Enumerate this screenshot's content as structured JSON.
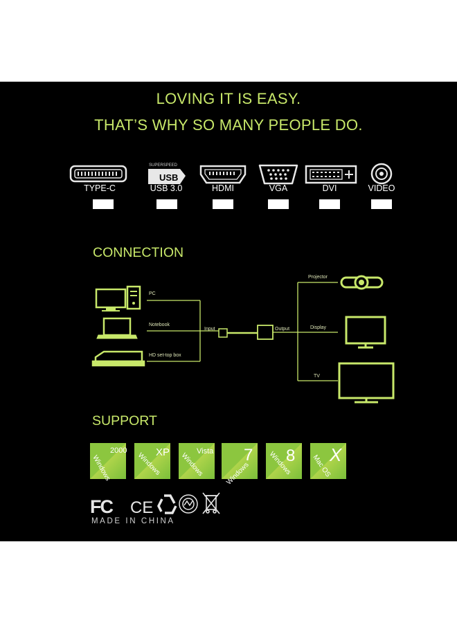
{
  "headline": {
    "line1": "LOVING IT IS EASY.",
    "line2": "THAT’S WHY SO MANY PEOPLE DO."
  },
  "ports": [
    {
      "label": "TYPE-C",
      "icon": "type-c-port-icon"
    },
    {
      "label": "USB 3.0",
      "icon": "usb-logo-icon",
      "badge": "USB",
      "badge_top": "SUPERSPEED"
    },
    {
      "label": "HDMI",
      "icon": "hdmi-port-icon"
    },
    {
      "label": "VGA",
      "icon": "vga-port-icon"
    },
    {
      "label": "DVI",
      "icon": "dvi-port-icon"
    },
    {
      "label": "VIDEO",
      "icon": "rca-video-port-icon"
    }
  ],
  "connection": {
    "title": "CONNECTION",
    "sources": [
      "PC",
      "Notebook",
      "HD set-top box"
    ],
    "input_label": "Input",
    "output_label": "Output",
    "targets": [
      "Projector",
      "Display",
      "TV"
    ]
  },
  "support": {
    "title": "SUPPORT",
    "systems": [
      {
        "brand": "Windows",
        "version": "2000"
      },
      {
        "brand": "Windows",
        "version": "XP"
      },
      {
        "brand": "Windows",
        "version": "Vista"
      },
      {
        "brand": "Windows",
        "version": "7"
      },
      {
        "brand": "Windows",
        "version": "8"
      },
      {
        "brand": "Mac OS",
        "version": "X"
      }
    ]
  },
  "certifications": {
    "fc": "FC",
    "ce": "CE",
    "made_in": "MADE IN CHINA"
  },
  "colors": {
    "accent": "#c8e86a",
    "background": "#000000",
    "tile_green": "#8cc63f",
    "tile_yellow": "#e2e85a"
  }
}
